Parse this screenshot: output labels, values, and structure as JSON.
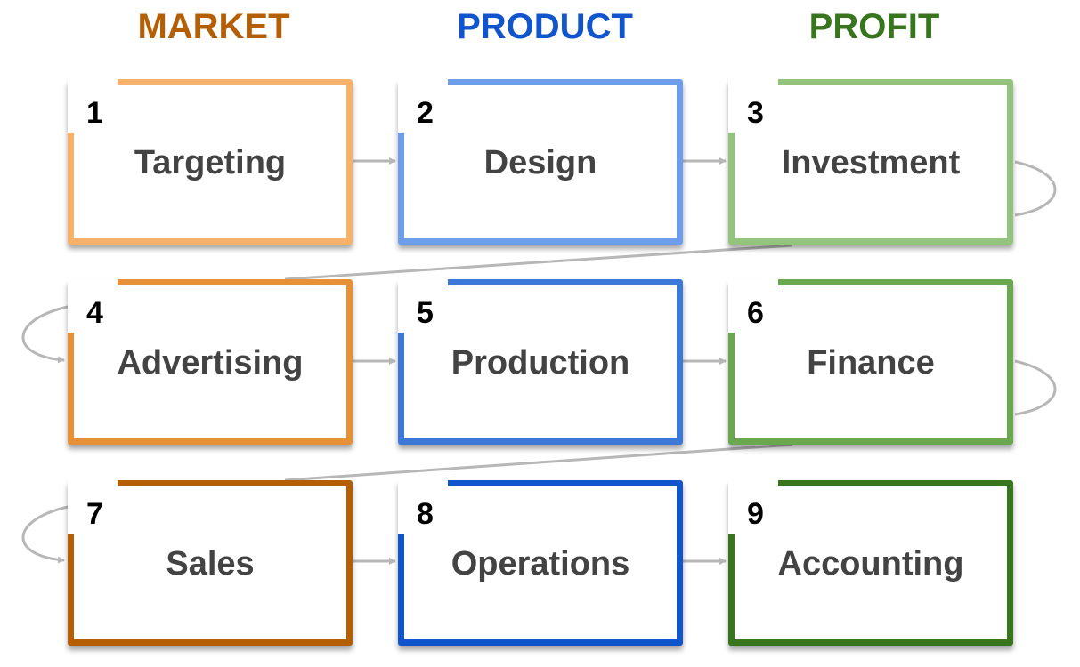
{
  "headers": [
    {
      "label": "MARKET",
      "color": "#B45F06"
    },
    {
      "label": "PRODUCT",
      "color": "#1155CC"
    },
    {
      "label": "PROFIT",
      "color": "#38761D"
    }
  ],
  "steps": [
    {
      "num": "1",
      "label": "Targeting",
      "color": "#F6B26B"
    },
    {
      "num": "2",
      "label": "Design",
      "color": "#6D9EEB"
    },
    {
      "num": "3",
      "label": "Investment",
      "color": "#93C47D"
    },
    {
      "num": "4",
      "label": "Advertising",
      "color": "#E69138"
    },
    {
      "num": "5",
      "label": "Production",
      "color": "#3C78D8"
    },
    {
      "num": "6",
      "label": "Finance",
      "color": "#6AA84F"
    },
    {
      "num": "7",
      "label": "Sales",
      "color": "#B45F06"
    },
    {
      "num": "8",
      "label": "Operations",
      "color": "#1155CC"
    },
    {
      "num": "9",
      "label": "Accounting",
      "color": "#38761D"
    }
  ],
  "connector_color": "#B7B7B7"
}
